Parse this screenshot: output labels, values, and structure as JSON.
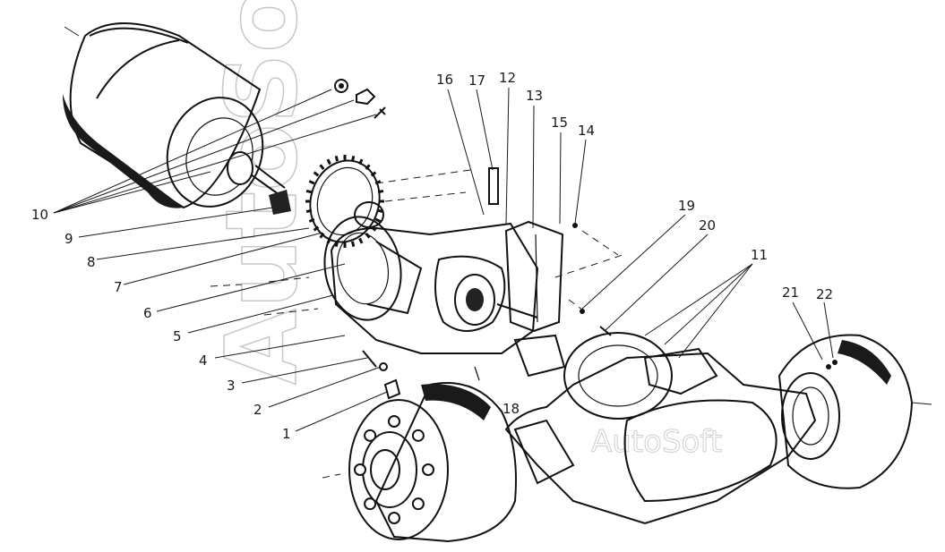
{
  "watermark": {
    "main": "AutoSoft",
    "small": "AutoSoft"
  },
  "callouts": {
    "n1": "1",
    "n2": "2",
    "n3": "3",
    "n4": "4",
    "n5": "5",
    "n6": "6",
    "n7": "7",
    "n8": "8",
    "n9": "9",
    "n10": "10",
    "n11": "11",
    "n12": "12",
    "n13": "13",
    "n14": "14",
    "n15": "15",
    "n16": "16",
    "n17": "17",
    "n18": "18",
    "n19": "19",
    "n20": "20",
    "n21": "21",
    "n22": "22"
  },
  "colors": {
    "ink": "#111111",
    "paper": "#ffffff",
    "watermark": "#c8c8c8"
  }
}
